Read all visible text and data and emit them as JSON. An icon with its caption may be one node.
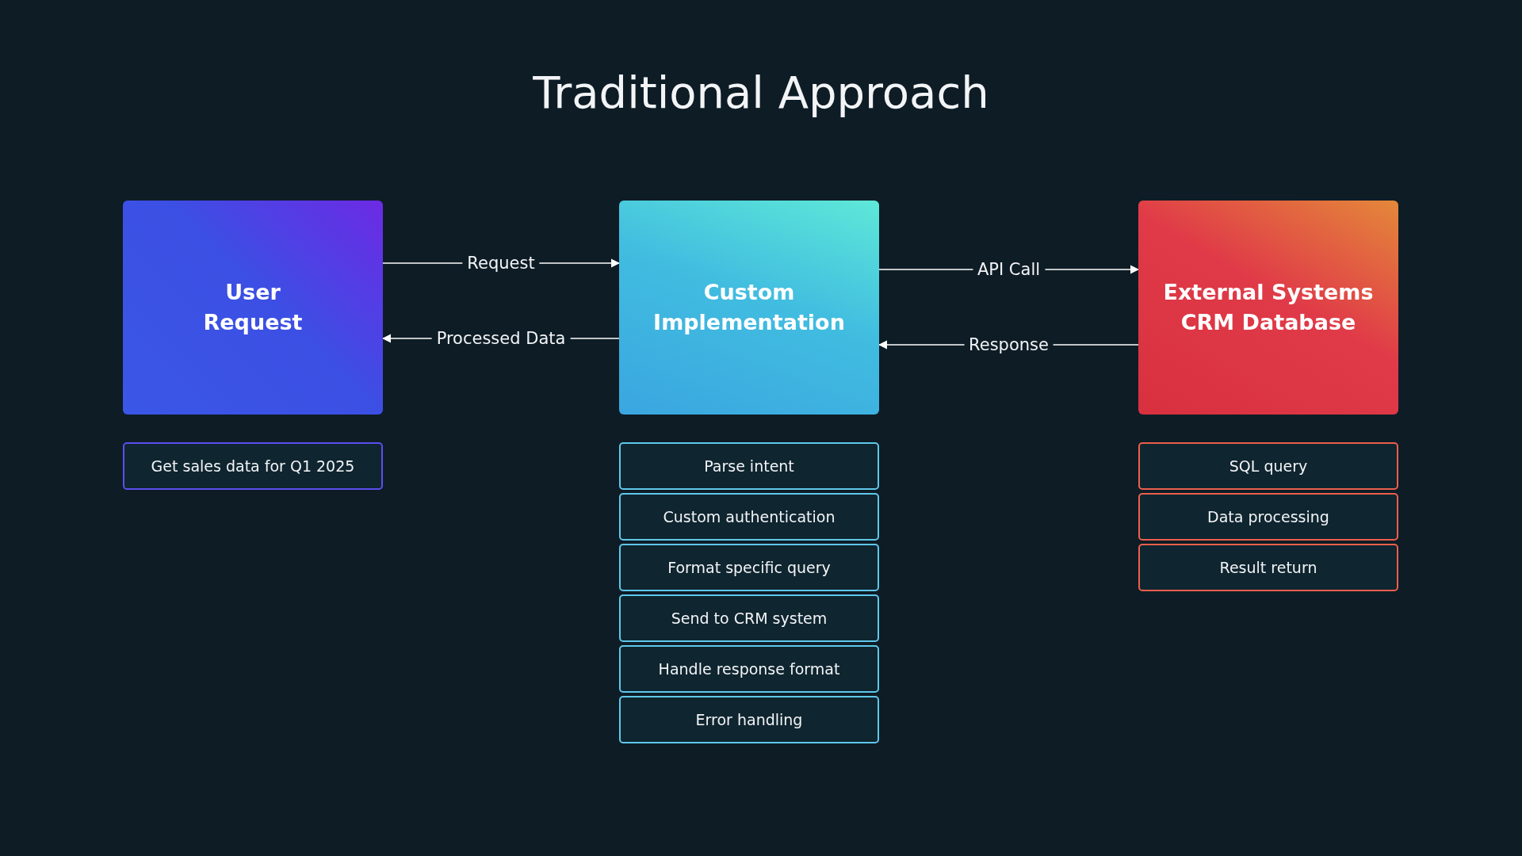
{
  "diagram": {
    "title": "Traditional Approach",
    "nodes": [
      {
        "text": [
          "User Request"
        ]
      },
      {
        "text": [
          "Custom Implementation"
        ]
      },
      {
        "text": [
          "External Systems CRM Database"
        ]
      },
      {
        "text": [
          "Get sales data for Q1 2025"
        ]
      },
      {
        "text": [
          "Parse intent"
        ]
      },
      {
        "text": [
          "Custom authentication"
        ]
      },
      {
        "text": [
          "Format specific query"
        ]
      },
      {
        "text": [
          "Send to CRM system"
        ]
      },
      {
        "text": [
          "Handle response format"
        ]
      },
      {
        "text": [
          "Error handling"
        ]
      },
      {
        "text": [
          "SQL query"
        ]
      },
      {
        "text": [
          "Data processing"
        ]
      },
      {
        "text": [
          "Result return"
        ]
      }
    ],
    "edges": [
      {
        "from": 0,
        "to": 1,
        "arrow": "to",
        "label": "Request"
      },
      {
        "from": 1,
        "to": 0,
        "arrow": "to",
        "label": "Processed Data"
      },
      {
        "from": 1,
        "to": 2,
        "arrow": "to",
        "label": "API Call"
      },
      {
        "from": 2,
        "to": 1,
        "arrow": "to",
        "label": "Response"
      }
    ]
  }
}
